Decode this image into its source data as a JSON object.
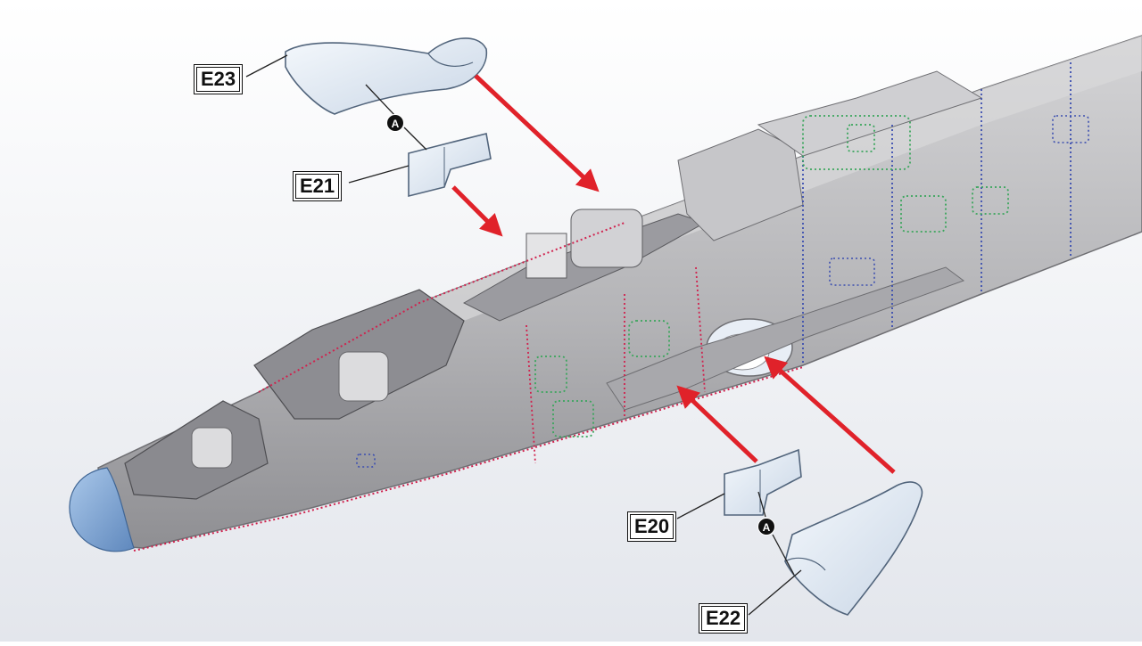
{
  "diagram": {
    "parts": {
      "e23": {
        "label": "E23"
      },
      "e21": {
        "label": "E21"
      },
      "e20": {
        "label": "E20"
      },
      "e22": {
        "label": "E22"
      }
    },
    "joins": {
      "upper": {
        "label": "A"
      },
      "lower": {
        "label": "A"
      }
    }
  },
  "colors": {
    "background_top": "#ffffff",
    "background_bottom": "#e6e8ee",
    "fuselage": "#bcbcbe",
    "nose_cone": "#7fa8d6",
    "part_fill": "#e3ecf6",
    "arrow": "#e0222a",
    "rivet_red": "#d0224e",
    "rivet_blue": "#3c4fb0",
    "rivet_green": "#3aa55c"
  }
}
